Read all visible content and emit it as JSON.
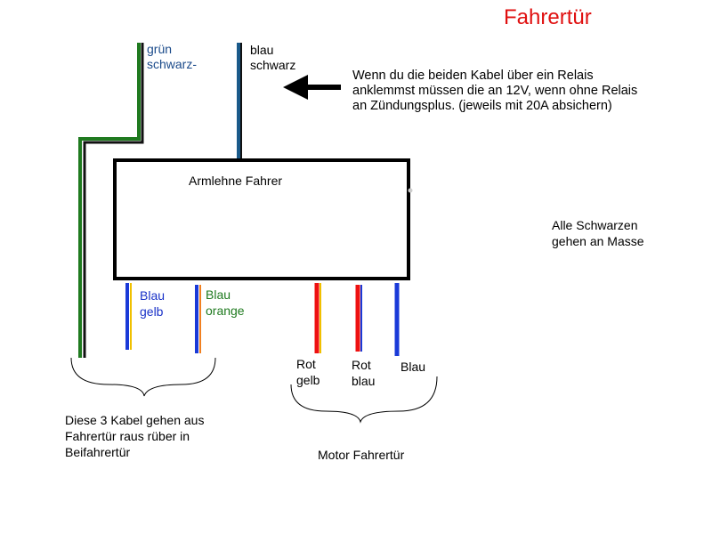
{
  "title": {
    "text": "Fahrertür",
    "color": "#e01010"
  },
  "box_label": "Armlehne Fahrer",
  "relay_note": [
    "Wenn du die beiden Kabel über ein Relais",
    "anklemmst müssen die an 12V, wenn ohne Relais",
    "an Zündungsplus. (jeweils mit 20A absichern)"
  ],
  "ground_note": [
    "Alle Schwarzen",
    "gehen an Masse"
  ],
  "top_wires": [
    {
      "lines": [
        "grün",
        "schwarz-"
      ],
      "text_color": "#1a4a8a",
      "wire_colors": [
        "#1f7a1f",
        "#111111"
      ]
    },
    {
      "lines": [
        "blau",
        "schwarz"
      ],
      "text_color": "#000000",
      "wire_colors": [
        "#1a5a8a",
        "#111111"
      ]
    }
  ],
  "bottom_wires": [
    {
      "lines": [
        "Blau",
        "gelb"
      ],
      "text_color": "#1a32c8",
      "wire_colors": [
        "#1a3ad8",
        "#f0c000"
      ]
    },
    {
      "lines": [
        "Blau",
        "orange"
      ],
      "text_color": "#1f7a1f",
      "wire_colors": [
        "#1a3ad8",
        "#f08020"
      ]
    },
    {
      "lines": [
        "Rot",
        "gelb"
      ],
      "text_color": "#000000",
      "wire_colors": [
        "#ee1111",
        "#f0c000"
      ]
    },
    {
      "lines": [
        "Rot",
        "blau"
      ],
      "text_color": "#000000",
      "wire_colors": [
        "#ee1111",
        "#1a3ad8"
      ]
    },
    {
      "lines": [
        "Blau"
      ],
      "text_color": "#000000",
      "wire_colors": [
        "#1a3ad8"
      ]
    }
  ],
  "left_group_note": [
    "Diese 3 Kabel gehen aus",
    "Fahrertür raus rüber in",
    "Beifahrertür"
  ],
  "motor_note": "Motor Fahrertür"
}
